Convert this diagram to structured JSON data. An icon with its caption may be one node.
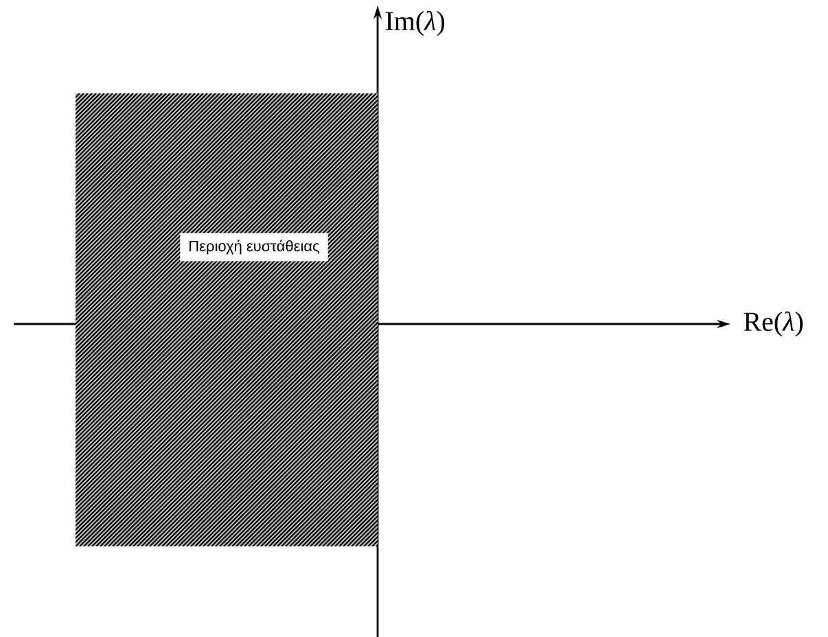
{
  "diagram": {
    "nodes": [
      {
        "text": [
          "Περιοχή ευστάθειας"
        ]
      }
    ],
    "labels": [
      "Im(*λ*)",
      "Re(*λ*)"
    ]
  }
}
